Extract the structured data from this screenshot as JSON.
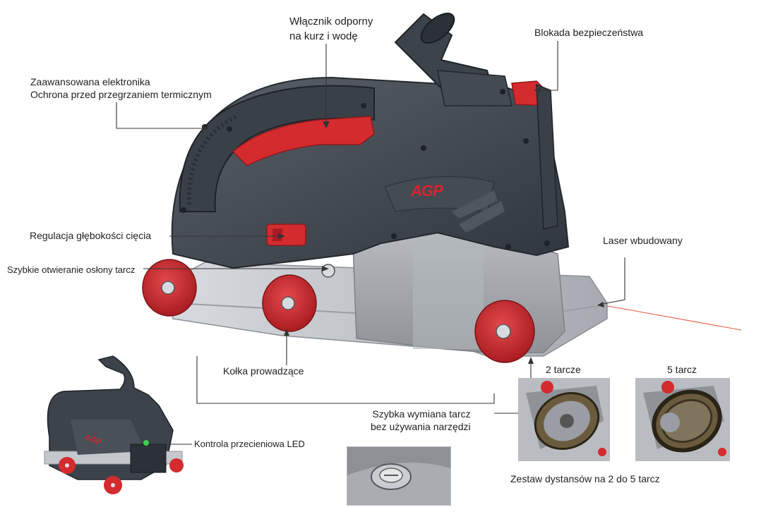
{
  "brand": {
    "logo_text": "AGP",
    "logo_color": "#d7262e"
  },
  "colors": {
    "body_dark": "#3c4249",
    "body_mid": "#4a5058",
    "accent_red": "#d42b2f",
    "guard_gray": "#a9adb2",
    "base_silver": "#c8ccd1",
    "leader_line": "#333333",
    "laser": "#e8553a"
  },
  "labels": {
    "switch": [
      "Włącznik odporny",
      "na kurz i wodę"
    ],
    "safety_lock": "Blokada bezpieczeństwa",
    "electronics": [
      "Zaawansowana elektronika",
      "Ochrona przed przegrzaniem termicznym"
    ],
    "depth": "Regulacja głębokości cięcia",
    "guard_open": "Szybkie otwieranie osłony tarcz",
    "laser": "Laser wbudowany",
    "wheels": "Kołka prowadzące",
    "blade_change": [
      "Szybka wymiana tarcz",
      "bez używania narzędzi"
    ],
    "overload_led": "Kontrola przecieniowa  LED",
    "two_blades": "2 tarcze",
    "five_blades": "5 tarcz",
    "spacers": "Zestaw dystansów na 2 do 5 tarcz"
  }
}
